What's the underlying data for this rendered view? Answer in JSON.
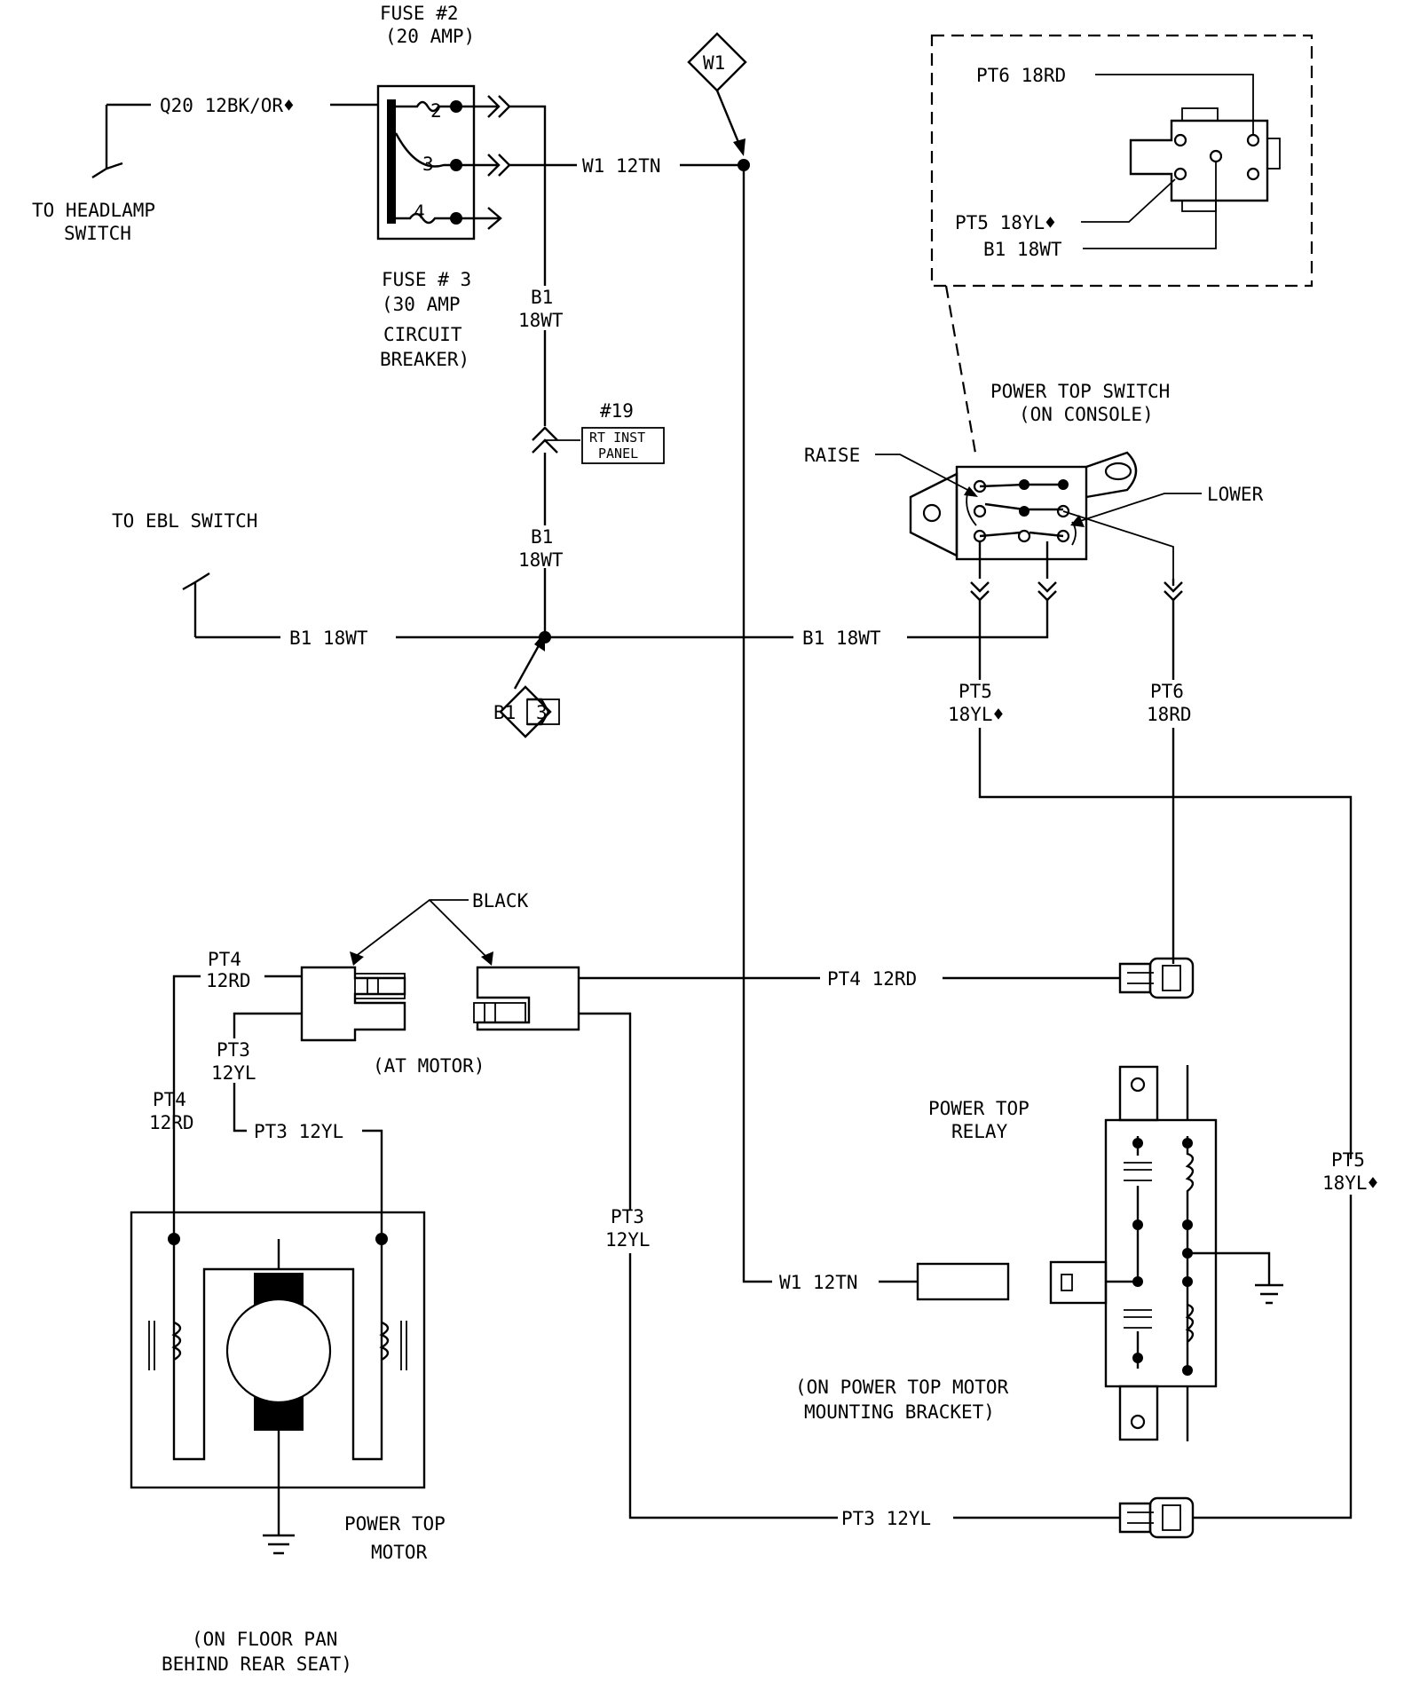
{
  "fuse_block": {
    "fuse2_title": "FUSE #2",
    "fuse2_rating": "(20 AMP)",
    "fuse3_title": "FUSE # 3",
    "fuse3_rating": "(30 AMP",
    "fuse3_type1": "CIRCUIT",
    "fuse3_type2": "BREAKER)",
    "pin2": "2",
    "pin3": "3",
    "pin4": "4"
  },
  "headlamp": {
    "wire": "Q20  12BK/OR♦",
    "label1": "TO HEADLAMP",
    "label2": "SWITCH"
  },
  "w1_ref": "W1",
  "w1_wire_top": "W1  12TN",
  "w1_wire_bottom": "W1  12TN",
  "b1_vertical_top": {
    "line1": "B1",
    "line2": "18WT"
  },
  "b1_vertical_bottom": {
    "line1": "B1",
    "line2": "18WT"
  },
  "connector19": {
    "num": "#19",
    "line1": "RT INST",
    "line2": "PANEL"
  },
  "ebl": {
    "label": "TO EBL SWITCH",
    "wire_left": "B1  18WT",
    "wire_right": "B1  18WT"
  },
  "b1_ref": {
    "id": "B1",
    "sheet": "3"
  },
  "switch_detail": {
    "pt6": "PT6  18RD",
    "pt5": "PT5  18YL♦",
    "b1": "B1  18WT"
  },
  "power_top_switch": {
    "title1": "POWER TOP SWITCH",
    "title2": "(ON CONSOLE)",
    "raise": "RAISE",
    "lower": "LOWER"
  },
  "switch_out": {
    "pt5_line1": "PT5",
    "pt5_line2": "18YL♦",
    "pt6_line1": "PT6",
    "pt6_line2": "18RD"
  },
  "motor_conn": {
    "black": "BLACK",
    "at_motor": "(AT MOTOR)",
    "pt4_top1": "PT4",
    "pt4_top2": "12RD",
    "pt3_1": "PT3",
    "pt3_2": "12YL",
    "pt4_left1": "PT4",
    "pt4_left2": "12RD",
    "pt3_h": "PT3  12YL",
    "pt4_right": "PT4  12RD"
  },
  "pt3_vertical": {
    "line1": "PT3",
    "line2": "12YL"
  },
  "pt3_bottom": "PT3  12YL",
  "pt5_right": {
    "line1": "PT5",
    "line2": "18YL♦"
  },
  "relay": {
    "title1": "POWER TOP",
    "title2": "RELAY",
    "loc1": "(ON POWER TOP MOTOR",
    "loc2": "MOUNTING BRACKET)"
  },
  "motor": {
    "title1": "POWER TOP",
    "title2": "MOTOR",
    "loc1": "(ON FLOOR PAN",
    "loc2": "BEHIND REAR SEAT)"
  }
}
